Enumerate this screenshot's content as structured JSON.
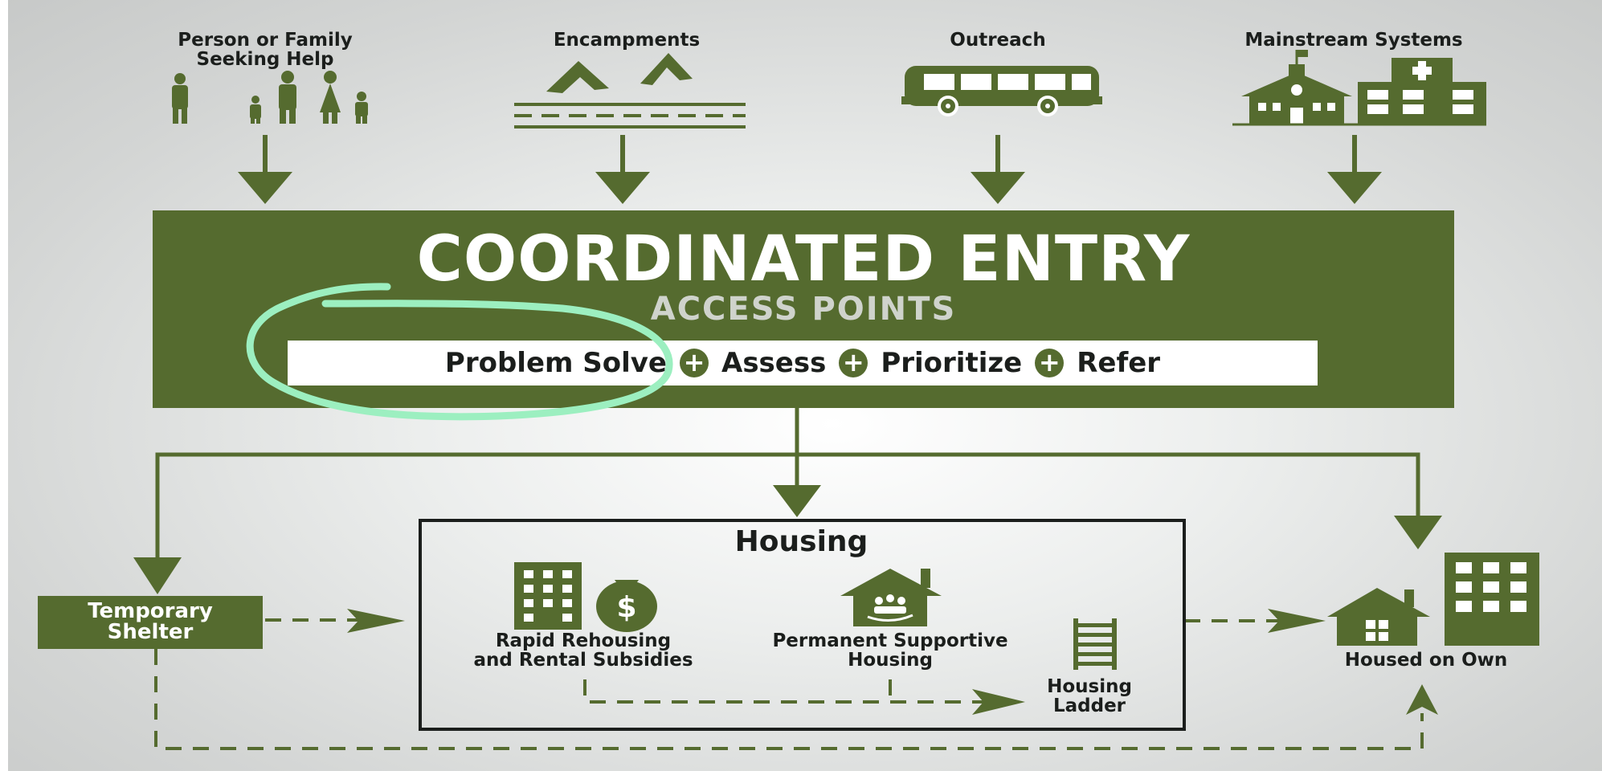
{
  "colors": {
    "green": "#556b2f",
    "highlight": "#9cefc0",
    "text": "#1b1e1c"
  },
  "sources": [
    {
      "label": "Person or Family\nSeeking Help",
      "icon": "family-icon"
    },
    {
      "label": "Encampments",
      "icon": "tents-icon"
    },
    {
      "label": "Outreach",
      "icon": "bus-icon"
    },
    {
      "label": "Mainstream Systems",
      "icon": "school-hospital-icon"
    }
  ],
  "coordinated_entry": {
    "title": "COORDINATED ENTRY",
    "subtitle": "ACCESS POINTS",
    "steps": [
      "Problem Solve",
      "Assess",
      "Prioritize",
      "Refer"
    ]
  },
  "housing": {
    "title": "Housing",
    "options": [
      {
        "label": "Rapid Rehousing\nand Rental Subsidies",
        "icon": "building-money-icon"
      },
      {
        "label": "Permanent Supportive\nHousing",
        "icon": "house-people-icon"
      },
      {
        "label": "Housing\nLadder",
        "icon": "ladder-icon"
      }
    ]
  },
  "temporary_shelter": {
    "label": "Temporary\nShelter"
  },
  "housed_on_own": {
    "label": "Housed on Own",
    "icon": "house-building-icon"
  }
}
